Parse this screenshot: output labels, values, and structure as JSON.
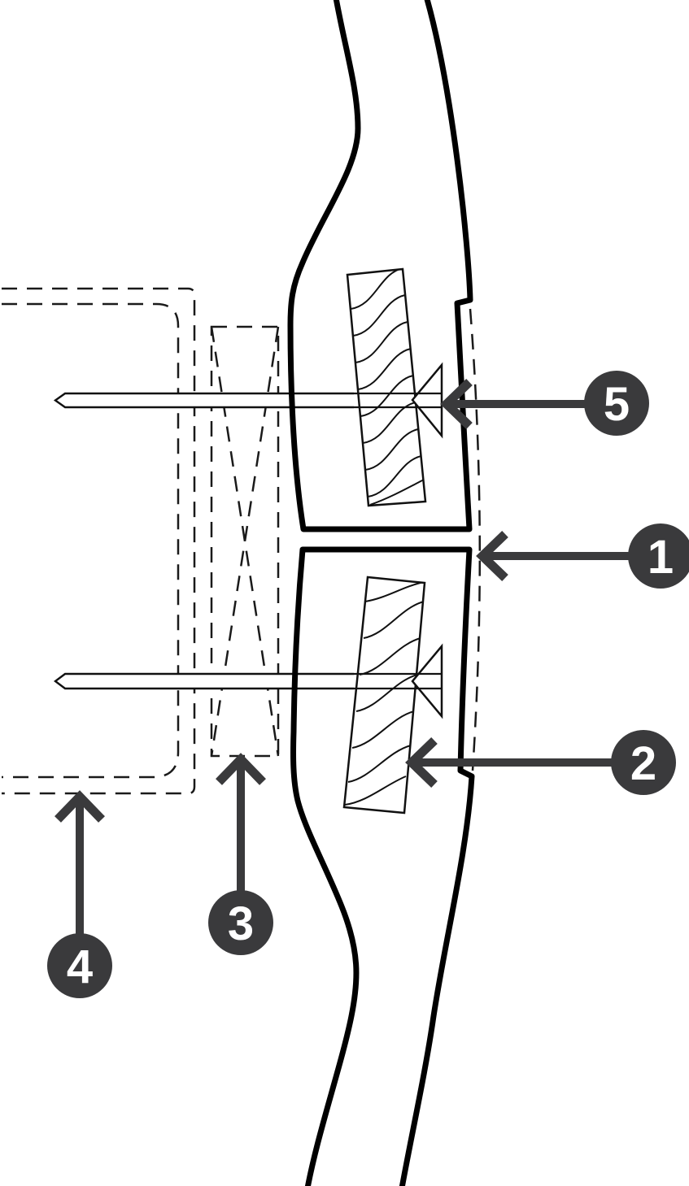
{
  "figure": {
    "background": "#ffffff",
    "line_color": "#000000",
    "detail_line_color": "#111111",
    "callout_color": "#3a3a3c",
    "callout_text_color": "#ffffff",
    "callouts": [
      {
        "id": "5",
        "label": "5"
      },
      {
        "id": "1",
        "label": "1"
      },
      {
        "id": "2",
        "label": "2"
      },
      {
        "id": "3",
        "label": "3"
      },
      {
        "id": "4",
        "label": "4"
      }
    ]
  }
}
